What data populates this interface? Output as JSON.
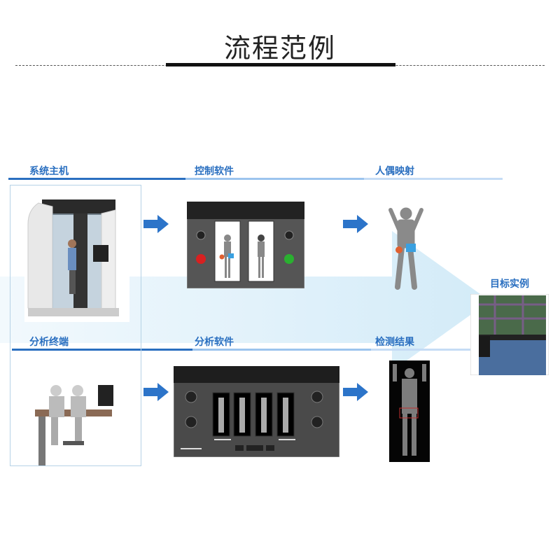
{
  "title": "流程范例",
  "top_row": [
    {
      "label": "系统主机",
      "image": "security-scanner-booth"
    },
    {
      "label": "控制软件",
      "image": "control-software-panel"
    },
    {
      "label": "人偶映射",
      "image": "mannequin-mapping"
    }
  ],
  "bottom_row": [
    {
      "label": "分析终端",
      "image": "analysis-workstation"
    },
    {
      "label": "分析软件",
      "image": "analysis-software-panel"
    },
    {
      "label": "检测结果",
      "image": "scan-result"
    }
  ],
  "target": {
    "label": "目标实例",
    "image": "target-person-example"
  },
  "colors": {
    "accent": "#2a6fc0",
    "mid": "#9cc4ee",
    "light": "#c5dcf5",
    "arrow": "#2c74c9"
  }
}
